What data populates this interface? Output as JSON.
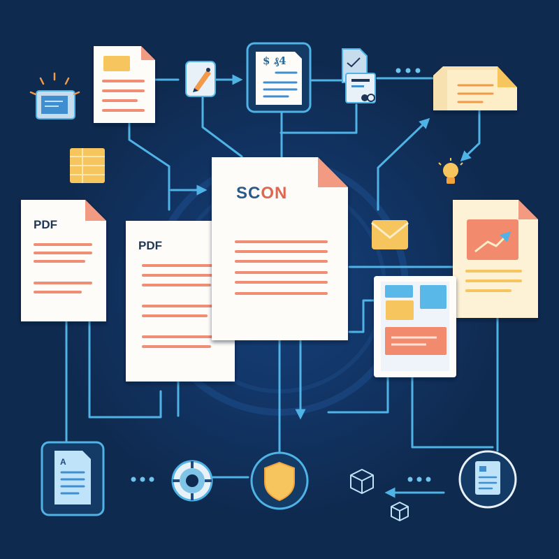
{
  "documents": {
    "pdf_left_label": "PDF",
    "pdf_center_label": "PDF",
    "main_label_part1": "SC",
    "main_label_part2": "ON",
    "money_doc_label": "$ ₰4",
    "blue_doc_label": "A"
  },
  "colors": {
    "background": "#0f2a4f",
    "connector": "#4fb3e6",
    "document": "#fdfcf9",
    "text_line": "#f08d75",
    "fold": "#f39a82",
    "accent_yellow": "#f7c55d",
    "accent_blue": "#5ab8e8"
  },
  "icons": [
    "projector-icon",
    "table-icon",
    "pen-tool-icon",
    "invoice-icon",
    "document-stack-icon",
    "folder-icon",
    "lightbulb-icon",
    "email-envelope-icon",
    "growth-chart-icon",
    "dashboard-icon",
    "lifebuoy-icon",
    "shield-icon",
    "cube-icon",
    "contract-icon"
  ]
}
